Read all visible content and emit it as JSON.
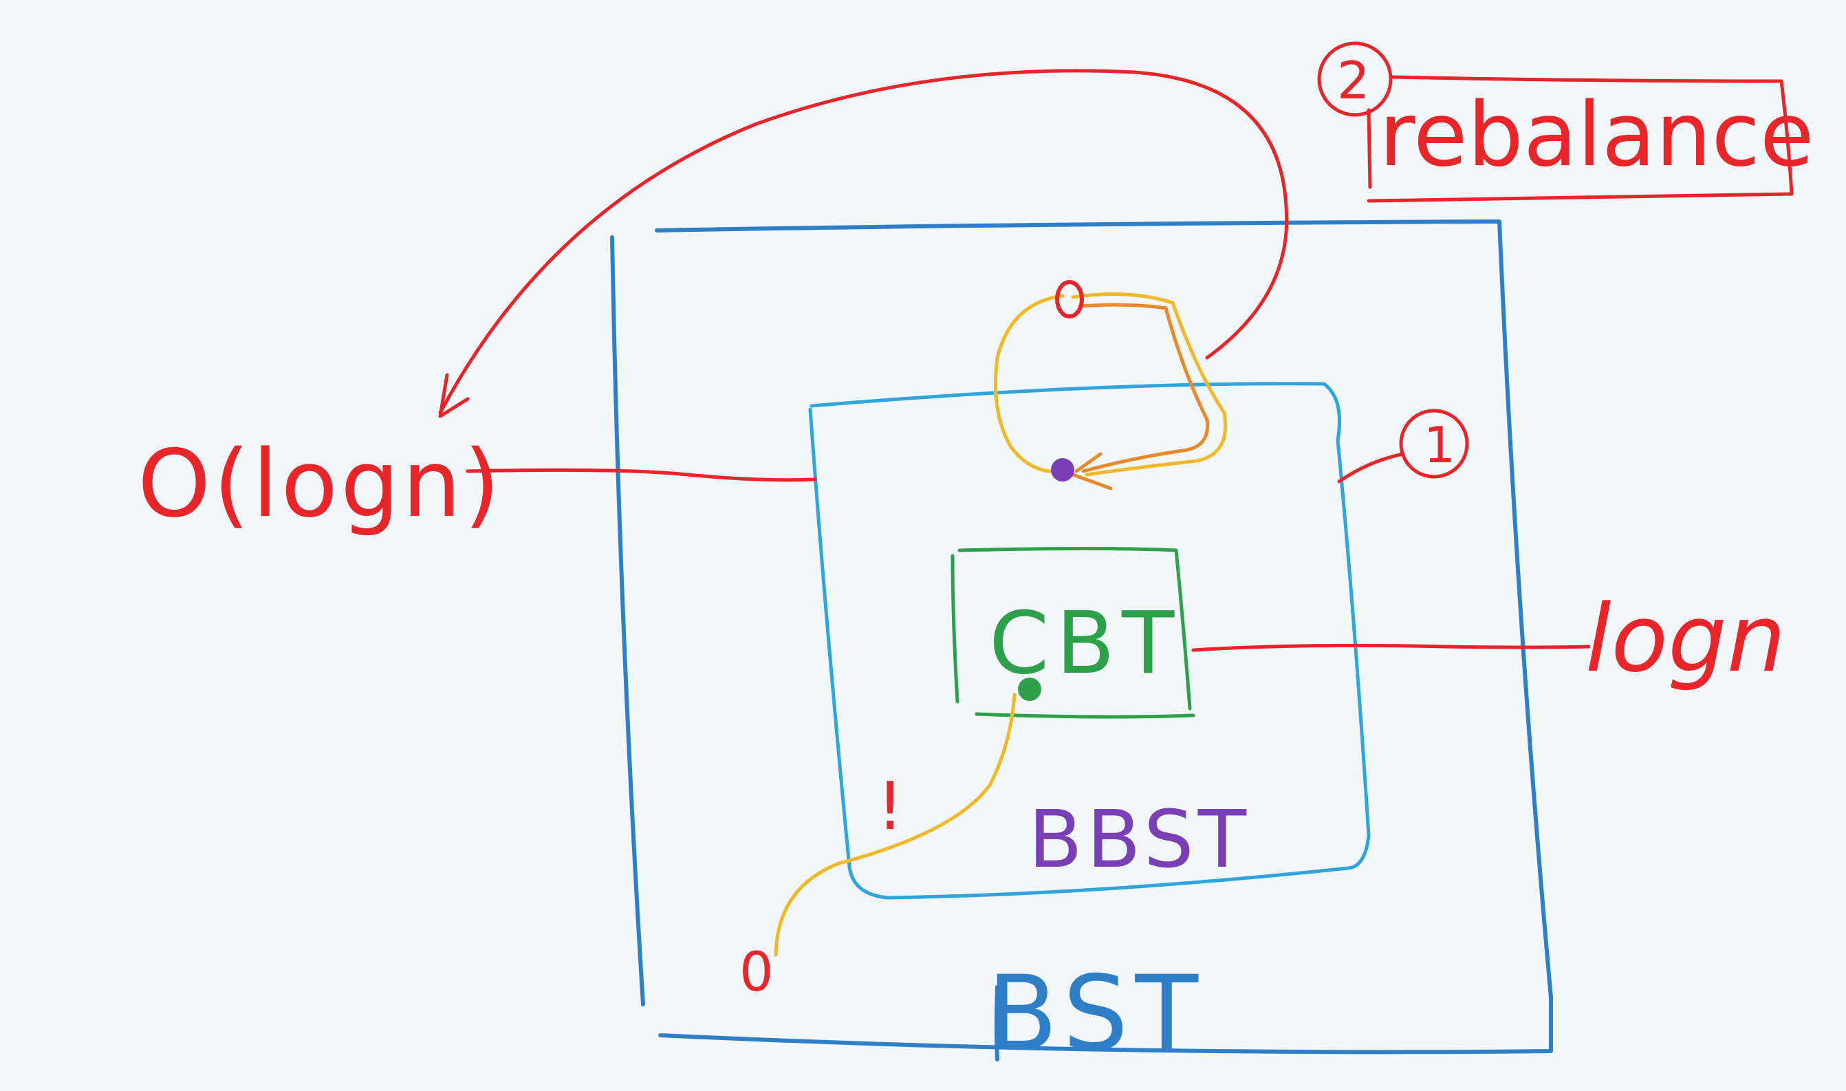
{
  "colors": {
    "background": "#f2f7fc",
    "red": "#e8262a",
    "bst_blue": "#2f7fc8",
    "bbst_cyan": "#2fa5de",
    "cbt_green": "#2fa04a",
    "purple": "#7a3fb5",
    "yellow": "#f1b928",
    "orange": "#e98a2a"
  },
  "labels": {
    "bst": "BST",
    "bbst": "BBST",
    "cbt": "CBT",
    "rebalance": "rebalance",
    "step_two": "2",
    "step_one": "1",
    "cost_big_o": "O(logn)",
    "cost_height": "logn",
    "exclamation": "!",
    "zero": "0"
  }
}
